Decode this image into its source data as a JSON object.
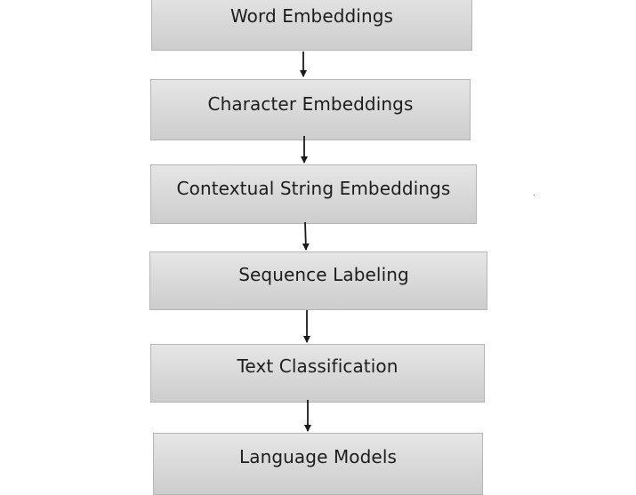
{
  "diagram": {
    "steps": [
      {
        "label": "Word Embeddings"
      },
      {
        "label": "Character Embeddings"
      },
      {
        "label": "Contextual String Embeddings"
      },
      {
        "label": "Sequence Labeling"
      },
      {
        "label": "Text Classification"
      },
      {
        "label": "Language Models"
      }
    ],
    "box_fill": "#d8d8d8",
    "box_border": "#b5b5b5",
    "arrow_color": "#1a1a1a",
    "text_color": "#1d1d1d"
  }
}
